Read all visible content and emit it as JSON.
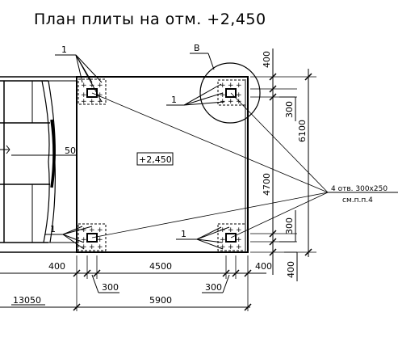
{
  "drawing": {
    "title": "План плиты на отм. +2,450",
    "elevation_mark": "+2,450",
    "callout_B": "B",
    "callout_holes": "4 отв. 300х250",
    "callout_holes_ref": "см.п.п.4",
    "item_label": "1",
    "dim_50": "50",
    "dim_13050": "13050",
    "dims_horizontal": [
      "400",
      "4500",
      "400",
      "300",
      "300",
      "5900"
    ],
    "dims_vertical": [
      "400",
      "300",
      "6100",
      "4700",
      "300",
      "400"
    ]
  },
  "colors": {
    "line": "#000000",
    "background": "#ffffff"
  }
}
